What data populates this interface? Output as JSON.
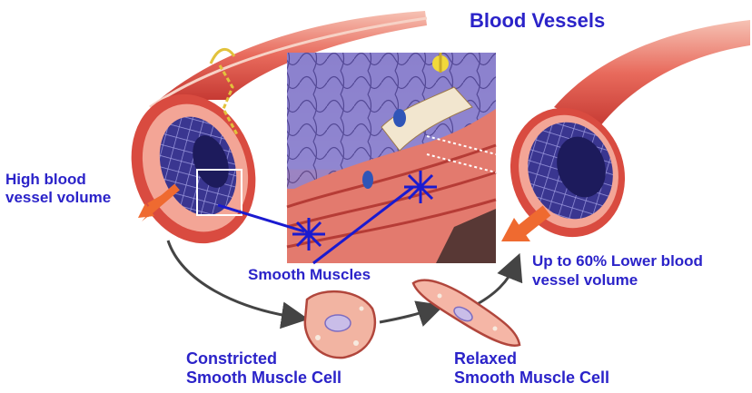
{
  "diagram": {
    "title": "Blood Vessels",
    "left_vessel_label": [
      "High blood",
      "vessel volume"
    ],
    "right_vessel_label": [
      "Up to 60% Lower blood",
      "vessel volume"
    ],
    "center_label": "Smooth Muscles",
    "constricted_label": [
      "Constricted",
      "Smooth Muscle Cell"
    ],
    "relaxed_label": [
      "Relaxed",
      "Smooth Muscle Cell"
    ]
  },
  "colors": {
    "label_blue": "#2b23c9",
    "vessel_red": "#e0534a",
    "vessel_pink": "#f5b6a6",
    "lumen_purple": "#3e3a8c",
    "arrow_orange": "#ef6a30"
  }
}
